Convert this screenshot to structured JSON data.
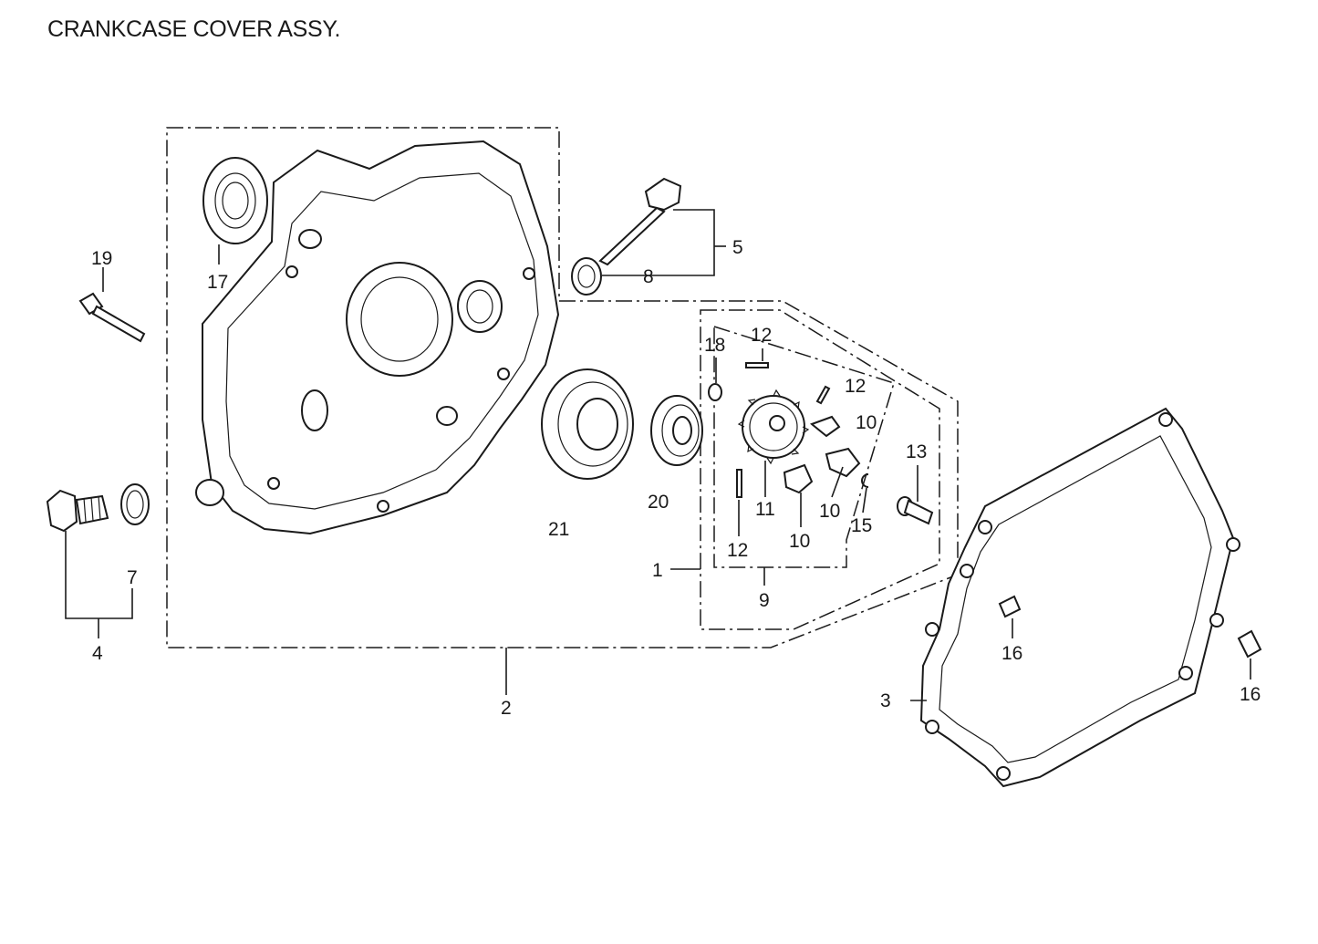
{
  "title": "CRANKCASE COVER ASSY.",
  "callouts": {
    "c1": "1",
    "c2": "2",
    "c3": "3",
    "c4": "4",
    "c5": "5",
    "c7": "7",
    "c8": "8",
    "c9": "9",
    "c10a": "10",
    "c10b": "10",
    "c10c": "10",
    "c11": "11",
    "c12a": "12",
    "c12b": "12",
    "c12c": "12",
    "c13": "13",
    "c15": "15",
    "c16a": "16",
    "c16b": "16",
    "c17": "17",
    "c18": "18",
    "c19": "19",
    "c20": "20",
    "c21": "21"
  }
}
